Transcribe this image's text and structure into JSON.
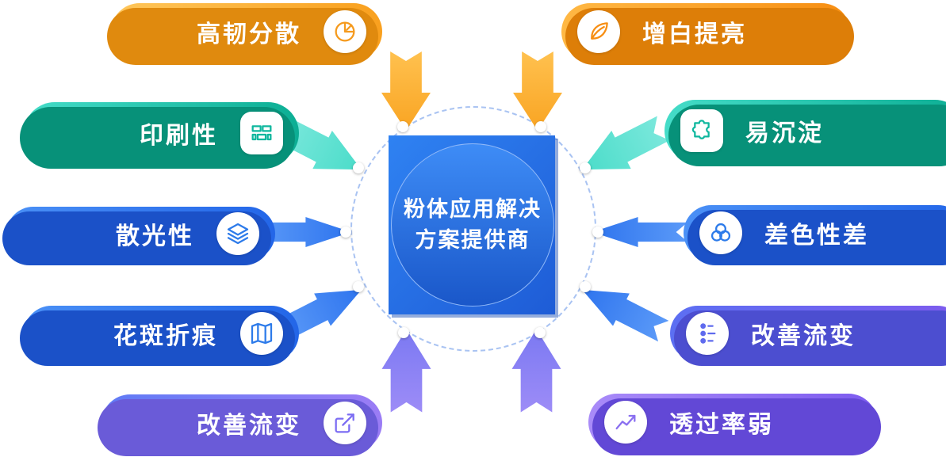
{
  "center": {
    "title_line1": "粉体应用解决",
    "title_line2": "方案提供商"
  },
  "left_items": [
    {
      "label": "高韧分散",
      "icon": "pie-chart-icon",
      "color": "#F9A01E"
    },
    {
      "label": "印刷性",
      "icon": "print-bricks-icon",
      "color": "#0CAE94"
    },
    {
      "label": "散光性",
      "icon": "layers-icon",
      "color": "#2366E8"
    },
    {
      "label": "花斑折痕",
      "icon": "map-icon",
      "color": "#2366E8"
    },
    {
      "label": "改善流变",
      "icon": "trend-pen-icon",
      "color": "#7B6CF3"
    }
  ],
  "right_items": [
    {
      "label": "增白提亮",
      "icon": "leaf-icon",
      "color": "#F78E12"
    },
    {
      "label": "易沉淀",
      "icon": "puzzle-icon",
      "color": "#0CAE94"
    },
    {
      "label": "差色性差",
      "icon": "overlap-circles-icon",
      "color": "#2366E8"
    },
    {
      "label": "改善流变",
      "icon": "dots-slider-icon",
      "color": "#5F6BEE"
    },
    {
      "label": "透过率弱",
      "icon": "line-chart-icon",
      "color": "#7C5BEF"
    }
  ],
  "accent_colors": {
    "orange": "#F9A01E",
    "teal": "#0CAE94",
    "blue": "#2366E8",
    "indigo": "#5F6BEE",
    "purple": "#7C5BEF",
    "center_blue": "#1E5CD6"
  }
}
